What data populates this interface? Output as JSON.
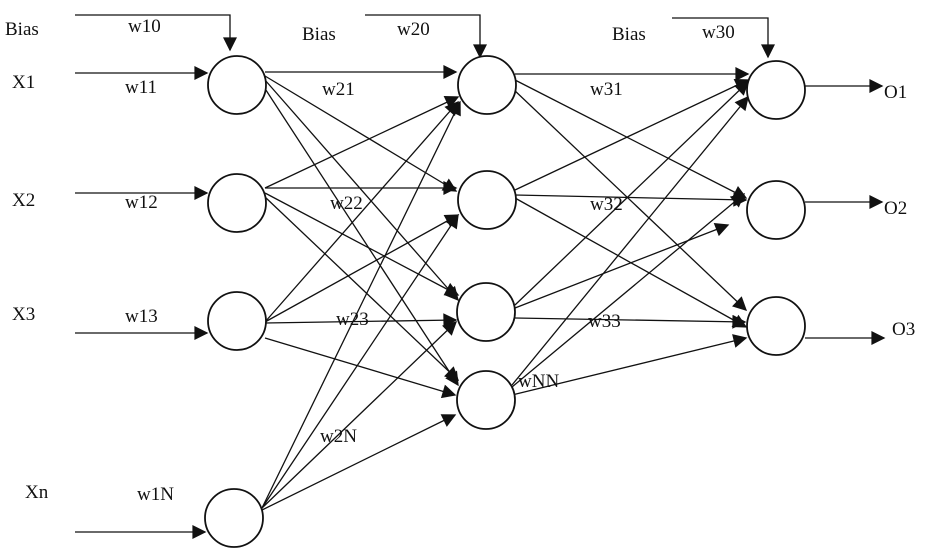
{
  "diagram": {
    "bias_labels": [
      "Bias",
      "Bias",
      "Bias"
    ],
    "bias_weights": [
      "w10",
      "w20",
      "w30"
    ],
    "inputs": [
      "X1",
      "X2",
      "X3",
      "Xn"
    ],
    "input_weights": [
      "w11",
      "w12",
      "w13",
      "w1N"
    ],
    "hidden_weights": [
      "w21",
      "w22",
      "w23",
      "w2N"
    ],
    "output_weights": [
      "w31",
      "w32",
      "w33",
      "wNN"
    ],
    "outputs": [
      "O1",
      "O2",
      "O3"
    ]
  },
  "colors": {
    "ink": "#111111",
    "background": "#ffffff"
  }
}
